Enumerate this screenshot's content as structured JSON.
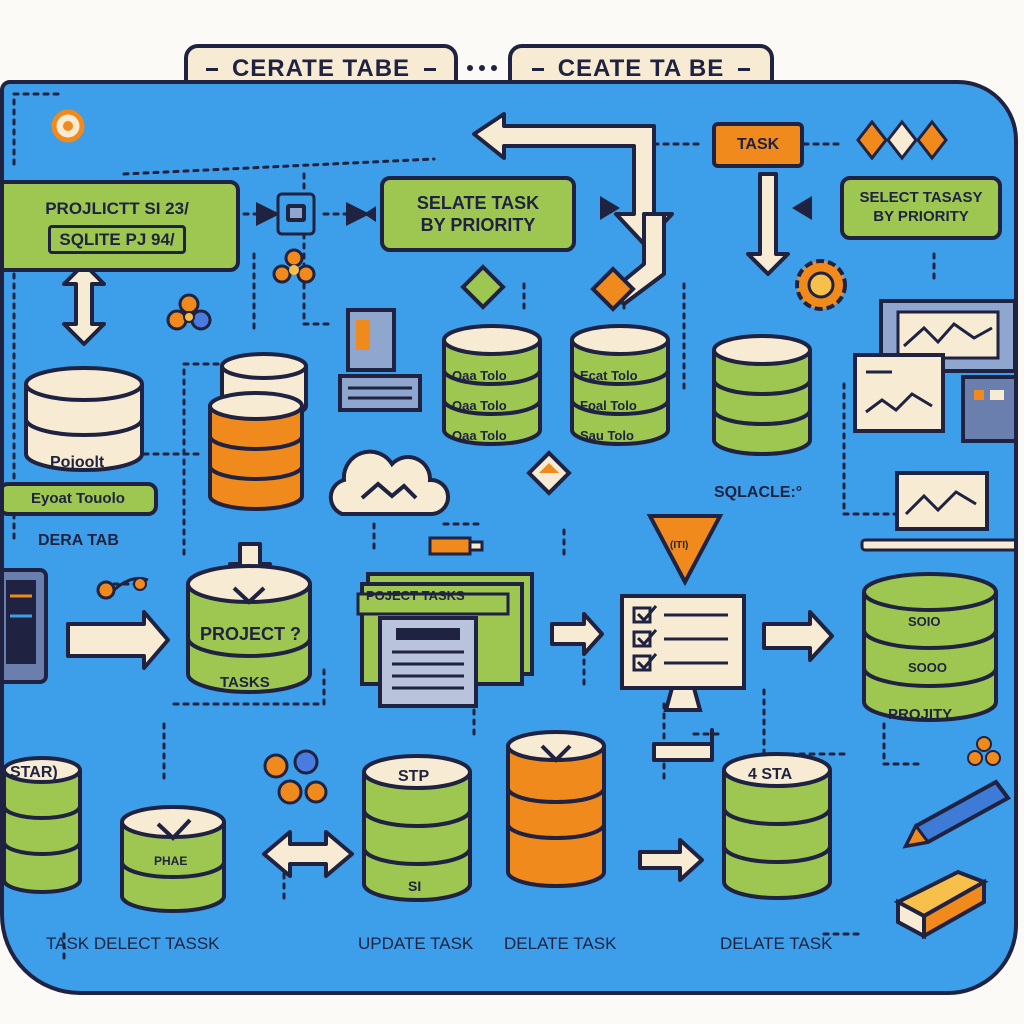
{
  "header": {
    "left_title": "CERATE TABE",
    "right_title": "CEATE TA BE"
  },
  "board": {
    "project_card": {
      "line1": "PROJLICTT   SI 23/",
      "line2": "SQLITE    PJ 94/"
    },
    "select_task_card": {
      "line1": "SELATE TASK",
      "line2": "BY PRIORITY"
    },
    "select_tasks_card": {
      "line1": "SELECT TASASY",
      "line2": "BY PRIORITY"
    },
    "task_tag": "TASK",
    "project_db_label": "Pojoolt",
    "project_table_banner": "Eyoat Touolo",
    "data_tab_label": "DERA TAB",
    "task_db_rows": [
      "Oaa Tolo",
      "Oaa Tolo",
      "Oaa Tolo"
    ],
    "task_db2_rows": [
      "Ecat Tolo",
      "Foal Tolo",
      "Sau Tolo"
    ],
    "sqlacle_label": "SQLACLE:°",
    "project_tasks_db": {
      "title": "PROJECT ?",
      "subtitle": "TASKS"
    },
    "project_tasks_folder": "POJECT TASKS",
    "diamond_label": "(ITI)",
    "right_db_rows": [
      "SOIO",
      "SOOO",
      "PROJITY"
    ],
    "bottom_dbs": [
      {
        "top": "STAR)",
        "caption": "TASK DELECT TASSK"
      },
      {
        "top": "PHAE",
        "caption": ""
      },
      {
        "top": "STP",
        "bottom": "SI",
        "caption": "UPDATE TASK"
      },
      {
        "top": "",
        "caption": "DELATE TASK"
      },
      {
        "top": "4 STA",
        "caption": "DELATE TASK"
      }
    ]
  },
  "colors": {
    "board_blue": "#3d9ee9",
    "outline": "#1f2240",
    "lime": "#9ec751",
    "orange": "#f08a1c",
    "cream": "#f7ecd3"
  },
  "icons": [
    "database-icon",
    "cloud-icon",
    "checklist-monitor-icon",
    "document-stack-icon",
    "chart-monitor-icon",
    "flower-icon",
    "pencil-icon",
    "diamond-icon",
    "arrow-icon"
  ]
}
